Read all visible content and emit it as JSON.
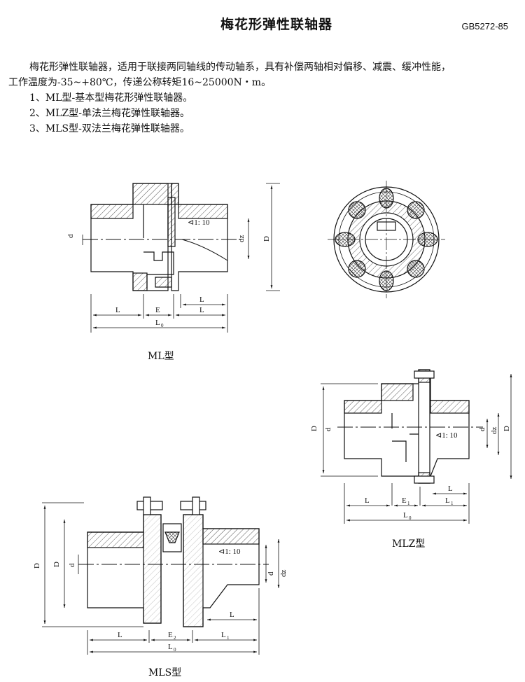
{
  "header": {
    "title": "梅花形弹性联轴器",
    "standard": "GB5272-85"
  },
  "intro": {
    "line1": "梅花形弹性联轴器，适用于联接两同轴线的传动轴系，具有补偿两轴相对偏移、减震、缓冲性能，",
    "line2": "工作温度为-35~+80℃，传递公称转矩16~25000N・m。",
    "items": [
      "1、ML型-基本型梅花形弹性联轴器。",
      "2、MLZ型-单法兰梅花弹性联轴器。",
      "3、MLS型-双法兰梅花弹性联轴器。"
    ]
  },
  "figures": {
    "ml": {
      "caption": "ML型",
      "labels": {
        "L": "L",
        "E": "E",
        "L0": "L",
        "sub0": "0",
        "d": "d",
        "dz": "dz",
        "D": "D",
        "taper": "⊲1: 10"
      }
    },
    "mlz": {
      "caption": "MLZ型",
      "labels": {
        "L": "L",
        "E1": "E",
        "sub1": "1",
        "L1": "L",
        "L0": "L",
        "sub0": "0",
        "d": "d",
        "d1": "d",
        "dz": "dz",
        "D": "D",
        "D1": "D",
        "taper": "⊲1: 10"
      }
    },
    "mls": {
      "caption": "MLS型",
      "labels": {
        "L": "L",
        "E2": "E",
        "sub2": "2",
        "L1": "L",
        "sub1": "1",
        "L0": "L",
        "sub0": "0",
        "d": "d",
        "dz": "dz",
        "D": "D",
        "D1": "D",
        "taper": "⊲1: 10"
      }
    }
  }
}
